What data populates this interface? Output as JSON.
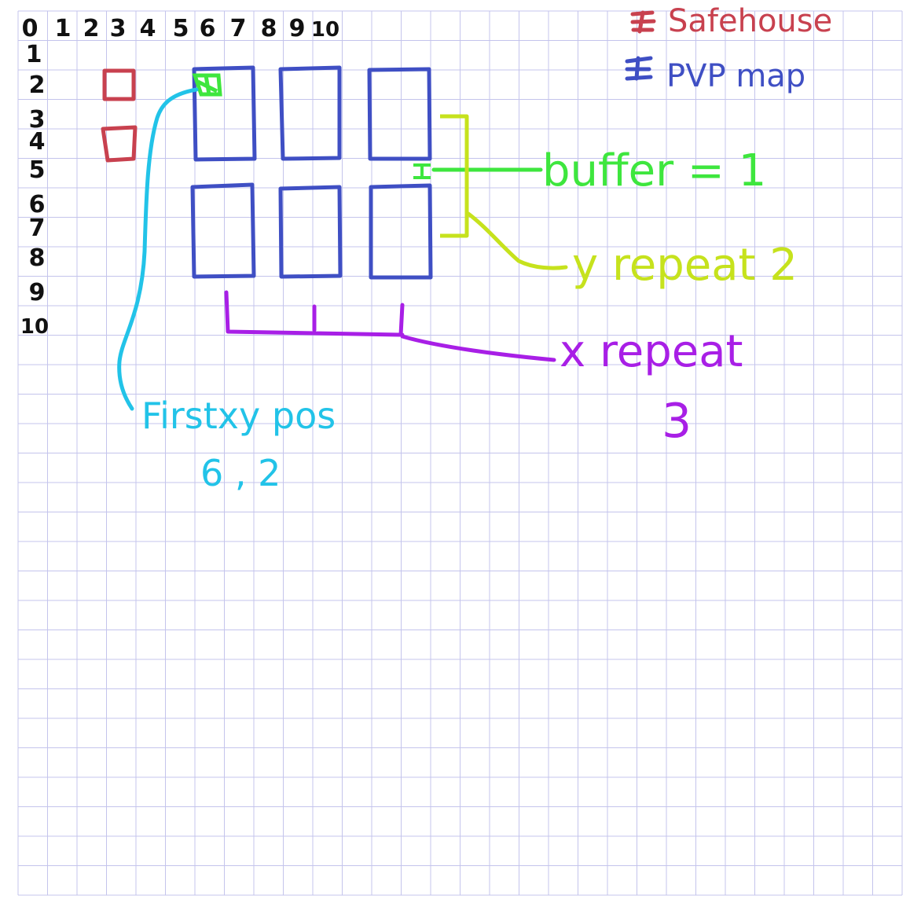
{
  "grid": {
    "columns": 30,
    "rows": 30,
    "line_color": "#c4c4ec"
  },
  "axis": {
    "x_labels": [
      "0",
      "1",
      "2",
      "3",
      "4",
      "5",
      "6",
      "7",
      "8",
      "9",
      "10"
    ],
    "y_labels": [
      "0",
      "1",
      "2",
      "3",
      "4",
      "5",
      "6",
      "7",
      "8",
      "9",
      "10"
    ]
  },
  "legend": {
    "safehouse": {
      "label": "Safehouse",
      "color": "#c8414f"
    },
    "pvp_map": {
      "label": "PVP map",
      "color": "#3f4fc4"
    }
  },
  "annotations": {
    "first_pos": {
      "title": "Firstxy pos",
      "value": "6 , 2",
      "color": "#22c3e8"
    },
    "buffer": {
      "text": "buffer = 1",
      "color": "#3ee63e"
    },
    "y_repeat": {
      "text": "y repeat 2",
      "color": "#c6e21d"
    },
    "x_repeat": {
      "line1": "x repeat",
      "line2": "3",
      "color": "#a81fe6"
    }
  },
  "diagram": {
    "pvp_maps": {
      "columns": 3,
      "rows": 2
    },
    "safehouses": 2
  }
}
